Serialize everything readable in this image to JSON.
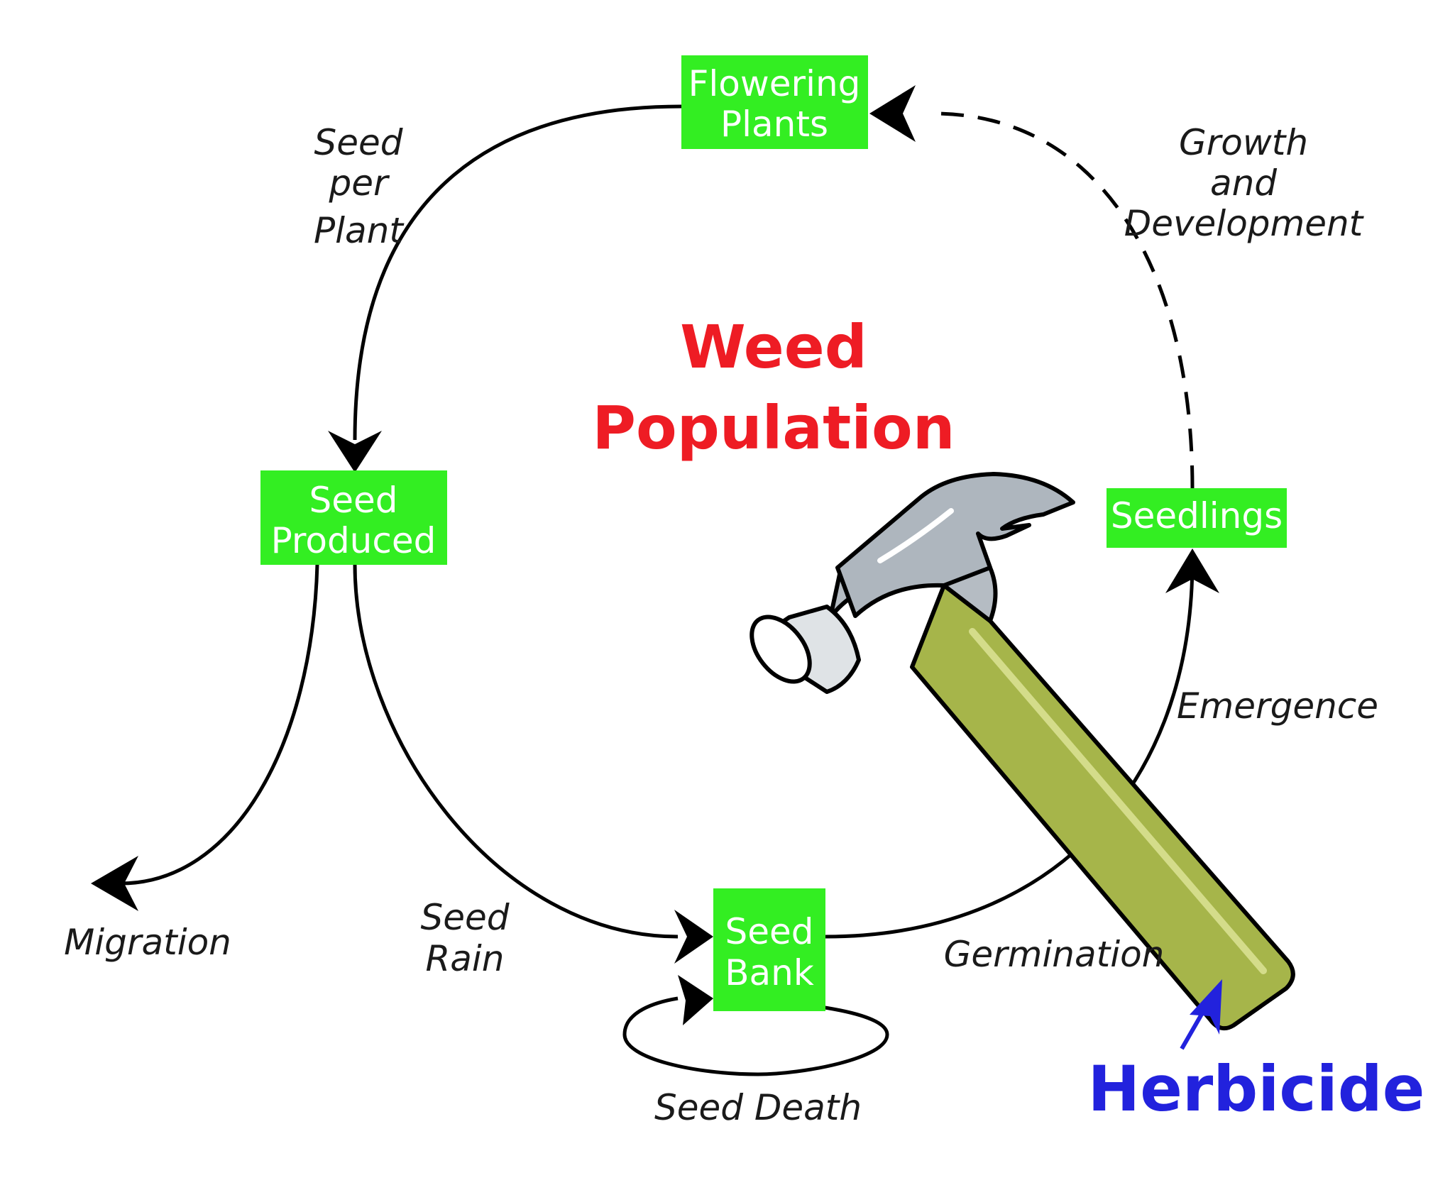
{
  "title": {
    "line1": "Weed",
    "line2": "Population",
    "color": "#ee1c24"
  },
  "nodes": {
    "flowering_plants": {
      "line1": "Flowering",
      "line2": "Plants"
    },
    "seed_produced": {
      "line1": "Seed",
      "line2": "Produced"
    },
    "seedlings": {
      "line1": "Seedlings"
    },
    "seed_bank": {
      "line1": "Seed",
      "line2": "Bank"
    },
    "color": "#33ee22"
  },
  "labels": {
    "seed_per_plant": {
      "line1": "Seed",
      "line2": "per",
      "line3": "Plant"
    },
    "growth_development": {
      "line1": "Growth",
      "line2": "and",
      "line3": "Development"
    },
    "emergence": "Emergence",
    "germination": "Germination",
    "seed_rain": {
      "line1": "Seed",
      "line2": "Rain"
    },
    "migration": "Migration",
    "seed_death": "Seed Death"
  },
  "tool": {
    "label": "Herbicide",
    "color": "#2222dd",
    "icon": "hammer-icon"
  }
}
